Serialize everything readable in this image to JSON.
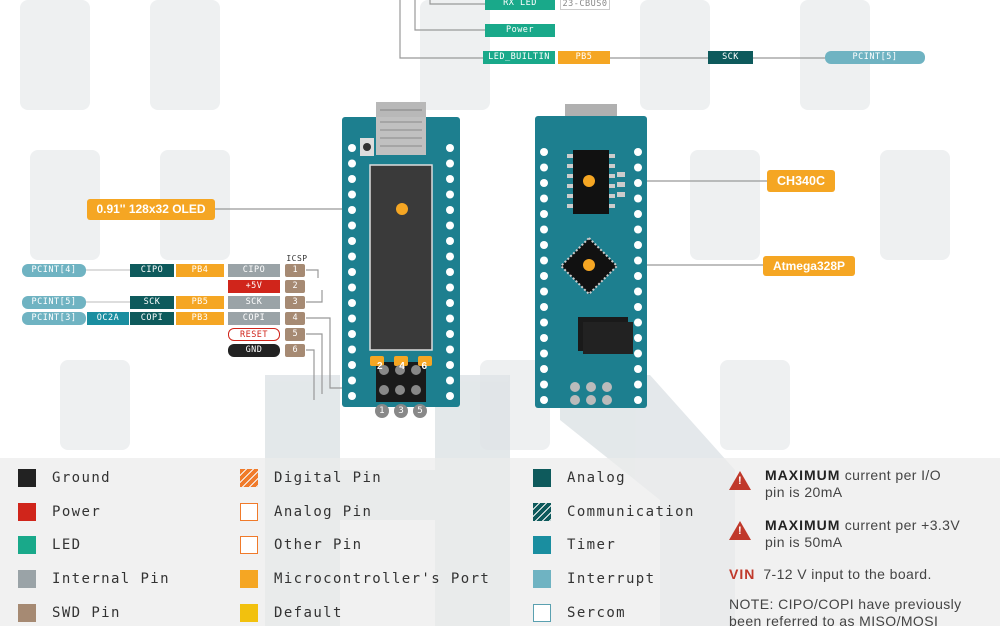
{
  "top_labels": {
    "rx_led": "RX LED",
    "rx_code": "23-CBUS0",
    "power": "Power",
    "led_builtin": "LED_BUILTIN",
    "led_port": "PB5",
    "led_sck": "SCK",
    "led_pcint": "PCINT[5]"
  },
  "callouts": {
    "oled": "0.91'' 128x32 OLED",
    "usb_chip": "CH340C",
    "mcu": "Atmega328P"
  },
  "icsp": {
    "title": "ICSP",
    "rows": [
      {
        "pcint": "PCINT[4]",
        "alt": "",
        "comm": "CIPO",
        "port": "PB4",
        "name": "CIPO",
        "num": "1"
      },
      {
        "pcint": "",
        "alt": "",
        "comm": "",
        "port": "",
        "name": "+5V",
        "num": "2"
      },
      {
        "pcint": "PCINT[5]",
        "alt": "",
        "comm": "SCK",
        "port": "PB5",
        "name": "SCK",
        "num": "3"
      },
      {
        "pcint": "PCINT[3]",
        "alt": "OC2A",
        "comm": "COPI",
        "port": "PB3",
        "name": "COPI",
        "num": "4"
      },
      {
        "pcint": "",
        "alt": "",
        "comm": "",
        "port": "",
        "name": "RESET",
        "num": "5"
      },
      {
        "pcint": "",
        "alt": "",
        "comm": "",
        "port": "",
        "name": "GND",
        "num": "6"
      }
    ],
    "header_top": [
      "2",
      "4",
      "6"
    ],
    "header_bottom": [
      "1",
      "3",
      "5"
    ]
  },
  "legend": [
    {
      "label": "Ground",
      "color": "#222222",
      "style": "solid"
    },
    {
      "label": "Power",
      "color": "#d0251b",
      "style": "solid"
    },
    {
      "label": "LED",
      "color": "#19a98a",
      "style": "solid"
    },
    {
      "label": "Internal Pin",
      "color": "#9aa3a7",
      "style": "solid"
    },
    {
      "label": "SWD Pin",
      "color": "#a68a73",
      "style": "solid"
    },
    {
      "label": "Digital Pin",
      "color": "#f07a2a",
      "style": "striped"
    },
    {
      "label": "Analog Pin",
      "color": "#f07a2a",
      "style": "outline"
    },
    {
      "label": "Other Pin",
      "color": "#f07a2a",
      "style": "outline"
    },
    {
      "label": "Microcontroller's Port",
      "color": "#f5a623",
      "style": "solid"
    },
    {
      "label": "Default",
      "color": "#f2c10e",
      "style": "solid"
    },
    {
      "label": "Analog",
      "color": "#0e5a5c",
      "style": "solid"
    },
    {
      "label": "Communication",
      "color": "#0e5a5c",
      "style": "striped"
    },
    {
      "label": "Timer",
      "color": "#1a8ea0",
      "style": "solid"
    },
    {
      "label": "Interrupt",
      "color": "#6fb3c2",
      "style": "solid"
    },
    {
      "label": "Sercom",
      "color": "#5aa0b0",
      "style": "outline"
    }
  ],
  "notes": {
    "max1_bold": "MAXIMUM",
    "max1_text": " current per I/O",
    "max1_line2": "pin is 20mA",
    "max2_bold": "MAXIMUM",
    "max2_text": " current per +3.3V",
    "max2_line2": "pin is 50mA",
    "vin_bold": "VIN",
    "vin_text": "7-12 V input to the board.",
    "note_line1": "NOTE: CIPO/COPI have previously",
    "note_line2": "been referred to as MISO/MOSI"
  },
  "colors": {
    "board": "#1d7f8f",
    "port": "#f5a623",
    "comm": "#0e5a5c",
    "interrupt": "#6fb3c2",
    "internal": "#9aa3a7",
    "power": "#d0251b",
    "ground": "#222222",
    "swd": "#a68a73",
    "led": "#19a98a"
  }
}
